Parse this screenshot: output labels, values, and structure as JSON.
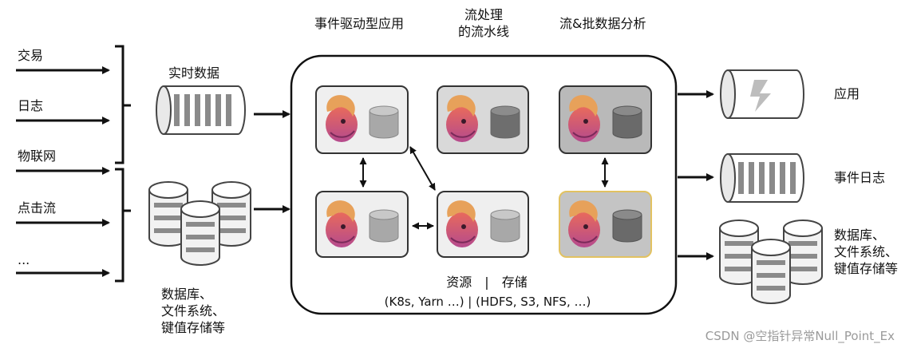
{
  "inputs": [
    "交易",
    "日志",
    "物联网",
    "点击流",
    "..."
  ],
  "realtime_label": "实时数据",
  "storage_left_label": "数据库、\n文件系统、\n键值存储等",
  "top_labels": {
    "event_driven": "事件驱动型应用",
    "stream_pipeline": "流处理\n的流水线",
    "stream_batch": "流&批数据分析"
  },
  "resources_line1": "资源　|　存储",
  "resources_line2": "(K8s, Yarn …) | (HDFS, S3, NFS, …)",
  "outputs": {
    "app": "应用",
    "event_log": "事件日志",
    "storage": "数据库、\n文件系统、\n键值存储等"
  },
  "watermark": "CSDN @空指针异常Null_Point_Ex"
}
